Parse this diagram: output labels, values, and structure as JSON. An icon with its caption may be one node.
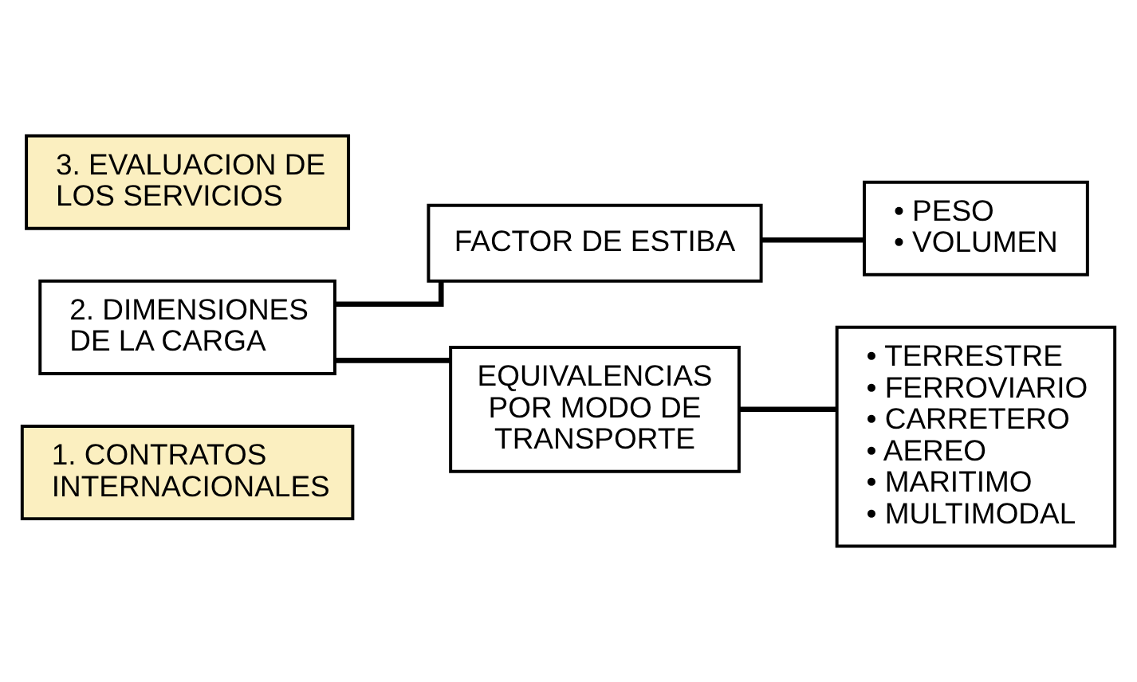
{
  "diagram": {
    "nodes": [
      {
        "text": [
          "1. CONTRATOS INTERNACIONALES"
        ]
      },
      {
        "text": [
          "2. DIMENSIONES DE LA CARGA"
        ]
      },
      {
        "text": [
          "FACTOR DE ESTIBA"
        ]
      },
      {
        "text": [
          "• PESO",
          "• VOLUMEN"
        ]
      },
      {
        "text": [
          "EQUIVALENCIAS POR MODO DE TRANSPORTE"
        ]
      },
      {
        "text": [
          "• TERRESTRE",
          "• FERROVIARIO",
          "• CARRETERO",
          "• AEREO",
          "• MARITIMO",
          "• MULTIMODAL"
        ]
      },
      {
        "text": [
          "3. EVALUACION DE LOS SERVICIOS"
        ]
      }
    ],
    "edges": [
      {
        "from": 1,
        "to": 2,
        "arrow": "none"
      },
      {
        "from": 2,
        "to": 3,
        "arrow": "none"
      },
      {
        "from": 1,
        "to": 4,
        "arrow": "none"
      },
      {
        "from": 4,
        "to": 5,
        "arrow": "none"
      }
    ]
  }
}
